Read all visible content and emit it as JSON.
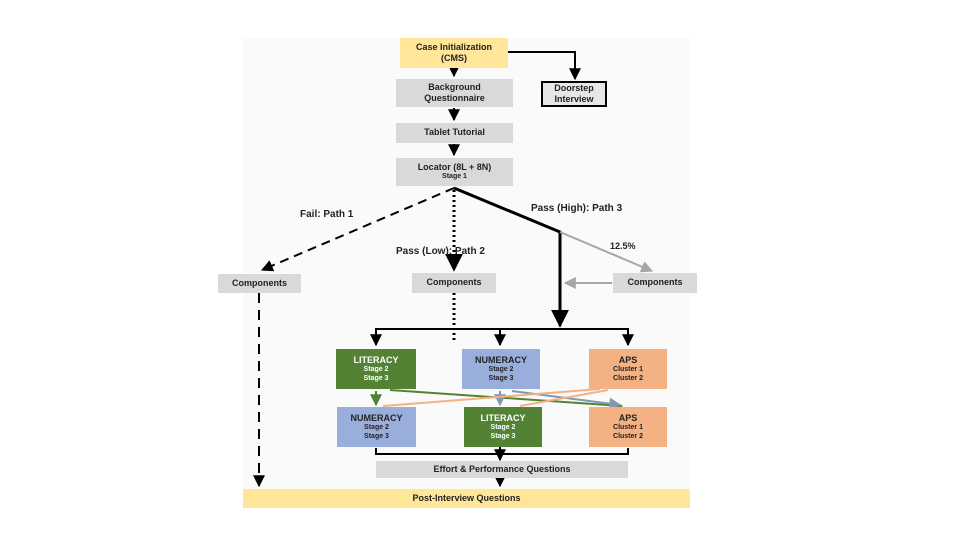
{
  "nodes": {
    "case_init": {
      "line1": "Case Initialization",
      "line2": "(CMS)"
    },
    "doorstep": {
      "line1": "Doorstep",
      "line2": "Interview"
    },
    "background": {
      "line1": "Background",
      "line2": "Questionnaire"
    },
    "tablet": "Tablet Tutorial",
    "locator": {
      "title": "Locator (8L + 8N)",
      "sub": "Stage 1"
    },
    "components_left": "Components",
    "components_mid": "Components",
    "components_right": "Components",
    "lit_top": {
      "title": "LITERACY",
      "sub1": "Stage 2",
      "sub2": "Stage 3"
    },
    "num_top": {
      "title": "NUMERACY",
      "sub1": "Stage 2",
      "sub2": "Stage 3"
    },
    "aps_top": {
      "title": "APS",
      "sub1": "Cluster 1",
      "sub2": "Cluster 2"
    },
    "num_bot": {
      "title": "NUMERACY",
      "sub1": "Stage 2",
      "sub2": "Stage 3"
    },
    "lit_bot": {
      "title": "LITERACY",
      "sub1": "Stage 2",
      "sub2": "Stage 3"
    },
    "aps_bot": {
      "title": "APS",
      "sub1": "Cluster 1",
      "sub2": "Cluster 2"
    },
    "effort": "Effort & Performance Questions",
    "post": "Post-Interview Questions"
  },
  "paths": {
    "fail": "Fail: Path 1",
    "pass_low": "Pass (Low): Path 2",
    "pass_high": "Pass (High): Path 3",
    "pct": "12.5%"
  },
  "colors": {
    "yellow": "#ffe699",
    "gray": "#d9d9d9",
    "green": "#548235",
    "blue": "#9aaedc",
    "peach": "#f4b183"
  }
}
